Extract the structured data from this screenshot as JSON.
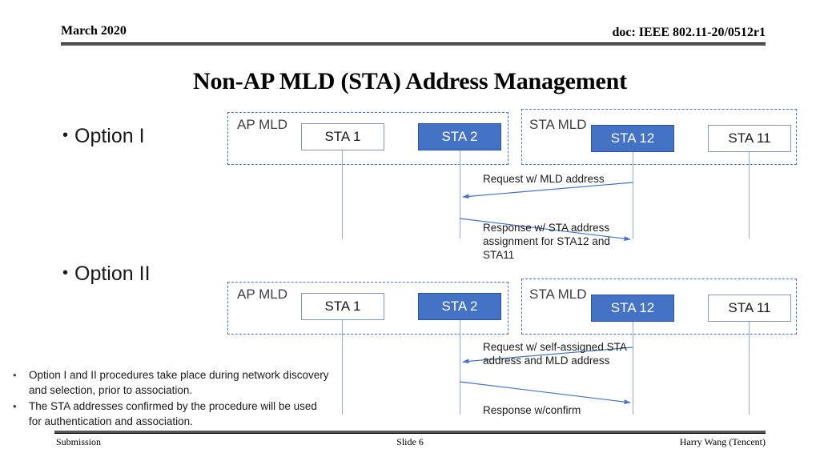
{
  "header": {
    "date": "March 2020",
    "doc": "doc: IEEE 802.11-20/0512r1"
  },
  "title": "Non-AP MLD (STA) Address Management",
  "options": {
    "bullet_glyph": "•",
    "option1_label": "Option I",
    "option2_label": "Option II"
  },
  "groups": {
    "ap_mld_label": "AP MLD",
    "sta_mld_label": "STA MLD"
  },
  "nodes": {
    "sta1": "STA 1",
    "sta2": "STA 2",
    "sta12": "STA 12",
    "sta11": "STA 11"
  },
  "messages": {
    "option1_request": "Request w/ MLD address",
    "option1_response": "Response w/ STA address assignment for STA12 and STA11",
    "option2_request": "Request w/ self-assigned STA address and MLD address",
    "option2_response": "Response w/confirm"
  },
  "notes": {
    "bullet_glyph": "•",
    "items": [
      "Option I and II procedures take place during network discovery and selection, prior to association.",
      "The STA addresses confirmed by the procedure will be used for authentication and association."
    ]
  },
  "footer": {
    "left": "Submission",
    "center": "Slide 6",
    "right": "Harry Wang (Tencent)"
  },
  "colors": {
    "accent_blue": "#4472C4",
    "accent_blue_dark": "#2F5597",
    "node_border": "#8496B0",
    "lifeline": "#8FAADC",
    "arrow": "#4472C4"
  }
}
